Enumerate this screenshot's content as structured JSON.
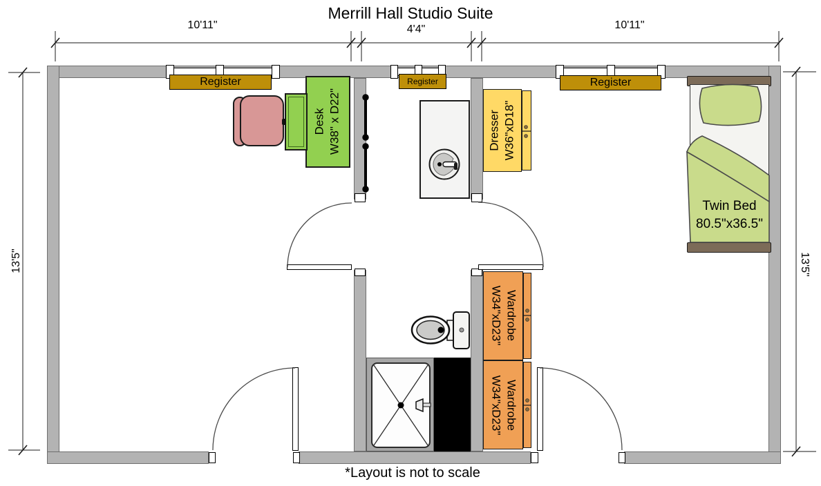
{
  "title": "Merrill Hall Studio Suite",
  "footnote": "*Layout is not to scale",
  "dimensions": {
    "top_left": "10'11\"",
    "top_middle": "4'4\"",
    "top_right": "10'11\"",
    "left": "13'5\"",
    "right": "13'5\""
  },
  "registers": {
    "left": "Register",
    "middle": "Register",
    "right": "Register"
  },
  "furniture": {
    "desk": {
      "name": "Desk",
      "size": "W38\" x D22\""
    },
    "dresser": {
      "name": "Dresser",
      "size": "W36\"xD18\""
    },
    "bed": {
      "name": "Twin Bed",
      "size": "80.5\"x36.5\""
    },
    "wardrobe_top": {
      "name": "Wardrobe",
      "size": "W34\"xD23\""
    },
    "wardrobe_bottom": {
      "name": "Wardrobe",
      "size": "W34\"xD23\""
    }
  },
  "colors": {
    "wall": "#B3B3B3",
    "register": "#BE8F09",
    "desk": "#92D050",
    "chair": "#D89796",
    "dresser": "#FFD966",
    "wardrobe": "#F0A055",
    "bedding": "#C9DB8B",
    "bed_frame": "#7C6B58",
    "shower_frame": "#A6A6A6",
    "black_area": "#000000"
  }
}
